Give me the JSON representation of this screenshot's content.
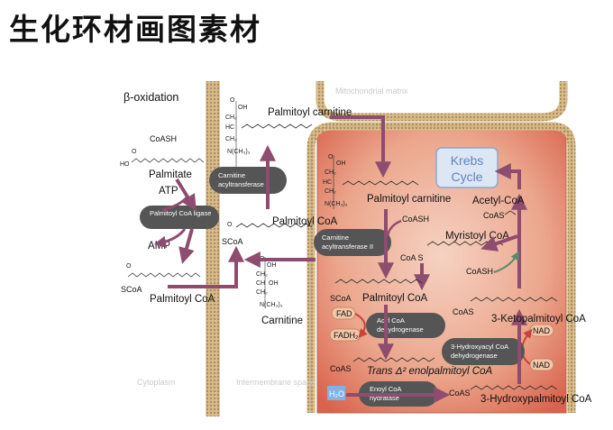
{
  "header": {
    "title": "生化环材画图素材"
  },
  "diagram": {
    "section_title": "β-oxidation",
    "left": {
      "coash": "CoASH",
      "palmitate": "Palmitate",
      "atp": "ATP",
      "amp": "AMP",
      "scoa": "SCoA",
      "palmitoyl_coa": "Palmitoyl CoA"
    },
    "membrane": {
      "scoa": "SCoA",
      "palmitoyl_carnitine": "Palmitoyl carnitine",
      "palmitoyl_coa": "Palmitoyl CoA",
      "carnitine": "Carnitine"
    },
    "mito": {
      "palmitoyl_carnitine": "Palmitoyl carnitine",
      "coash": "CoASH",
      "coa_s": "CoA S",
      "palmitoyl_coa": "Palmitoyl CoA",
      "scoa": "SCoA",
      "fad": "FAD",
      "fadh2": "FADH₂",
      "coas_1": "CoAS",
      "trans_enoyl": "Trans Δ² enolpalmitoyl CoA",
      "h2o": "H₂O",
      "coas_2": "CoAS",
      "hydroxy": "3-Hydroxypalmitoyl CoA",
      "keto": "3-Ketopalmitoyl CoA",
      "coas_3": "CoAS",
      "nad_1": "NAD",
      "nad_2": "NAD",
      "myristoyl": "Myristoyl CoA",
      "coash_2": "CoASH",
      "acetyl": "Acetyl-CoA",
      "coas_4": "CoAS",
      "krebs": "Krebs Cycle"
    },
    "enzymes": {
      "cat1": "Carnitine acyltransferase I",
      "ligase": "Palmitoyl CoA ligase",
      "cat2": "Carnitine acyltransferase II",
      "acyl_dh": "Acyl CoA dehydrogenase",
      "hydroxyacyl_dh": "3-Hydroxyacyl CoA dehydrogenase",
      "enoyl_hydratase": "Enoyl CoA hydratase"
    },
    "compartments": {
      "matrix": "Mitochondrial matrix",
      "cytoplasm": "Cytoplasm",
      "intermembrane": "Intermembrane space"
    },
    "chem": {
      "ho": "HO",
      "o": "O",
      "oh": "OH",
      "ch2": "CH₂",
      "hc": "HC",
      "ch": "CH",
      "n_ch3": "N(CH₃)₃",
      "hc_ho": "HO"
    }
  },
  "colors": {
    "matrix_fill": "#d9634d",
    "matrix_light": "#f6d2c2",
    "membrane": "#c2a371",
    "arrow": "#8e4c6f",
    "enzyme": "#555555",
    "krebs_fill": "#dde6f3",
    "krebs_text": "#5a86c4",
    "fad_fill": "#f2c6a6"
  }
}
